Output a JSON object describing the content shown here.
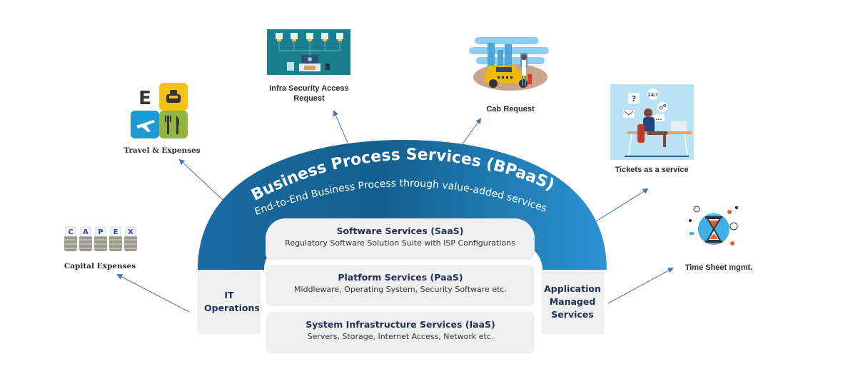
{
  "arch": {
    "title": "Business Process Services (BPaaS)",
    "subtitle": "End-to-End Business Process through value-added services",
    "colors": {
      "arch_dark": "#15608f",
      "arch_light": "#2a8ccc",
      "panel": "#efefef",
      "text_dark": "#1f2f55",
      "arrow": "#4a72b0"
    }
  },
  "layers": [
    {
      "title": "Software Services (SaaS)",
      "subtitle": "Regulatory Software Solution Suite with ISP Configurations"
    },
    {
      "title": "Platform Services (PaaS)",
      "subtitle": "Middleware, Operating System, Security Software etc."
    },
    {
      "title": "System Infrastructure Services (IaaS)",
      "subtitle": "Servers, Storage, Internet Access, Network etc."
    }
  ],
  "pillars": {
    "left": "IT Operations",
    "right": "Application Managed Services"
  },
  "services": [
    {
      "label": "Capital Expenses",
      "icon": "capex-coins-icon",
      "icon_text": [
        "C",
        "A",
        "P",
        "E",
        "X"
      ]
    },
    {
      "label": "Travel & Expenses",
      "icon": "travel-expenses-icon",
      "icon_text": "E"
    },
    {
      "label": "Infra Security Access Request",
      "label_lines": [
        "Infra Security Access",
        "Request"
      ],
      "icon": "infra-security-icon"
    },
    {
      "label": "Cab Request",
      "icon": "cab-icon"
    },
    {
      "label": "Tickets as a service",
      "icon": "helpdesk-icon",
      "icon_text": [
        "?",
        "24/7",
        "..."
      ]
    },
    {
      "label": "Time Sheet mgmt.",
      "icon": "hourglass-icon"
    }
  ]
}
